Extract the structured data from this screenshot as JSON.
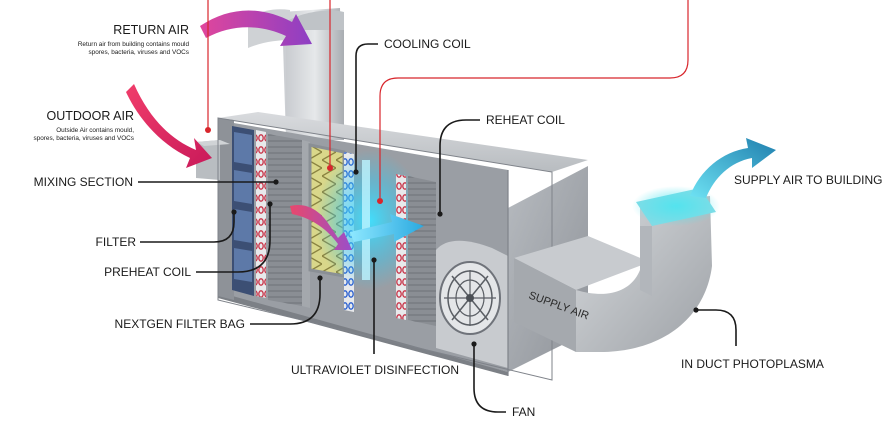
{
  "labels": {
    "return_air": "RETURN AIR",
    "return_air_note_1": "Return air from building contains mould",
    "return_air_note_2": "spores, bacteria, viruses and VOCs",
    "outdoor_air": "OUTDOOR AIR",
    "outdoor_air_note_1": "Outside Air contains mould,",
    "outdoor_air_note_2": "spores, bacteria, viruses and VOCs",
    "mixing_section": "MIXING SECTION",
    "filter": "FILTER",
    "preheat_coil": "PREHEAT COIL",
    "nextgen_filter_bag": "NEXTGEN FILTER BAG",
    "cooling_coil": "COOLING COIL",
    "reheat_coil": "REHEAT COIL",
    "ultraviolet_disinfection": "ULTRAVIOLET DISINFECTION",
    "fan": "FAN",
    "supply_air_to_building": "SUPPLY AIR TO BUILDING",
    "in_duct_photoplasma": "IN DUCT PHOTOPLASMA",
    "supply_air_duct": "SUPPLY AIR"
  },
  "colors": {
    "return_air_arrow": "#b43fb3",
    "outdoor_air_arrow": "#e83a62",
    "supply_arrow": "#1f9bc4",
    "red_leader": "#d8262c",
    "uv_glow": "#34d6ff",
    "housing": "#a9adb2"
  }
}
